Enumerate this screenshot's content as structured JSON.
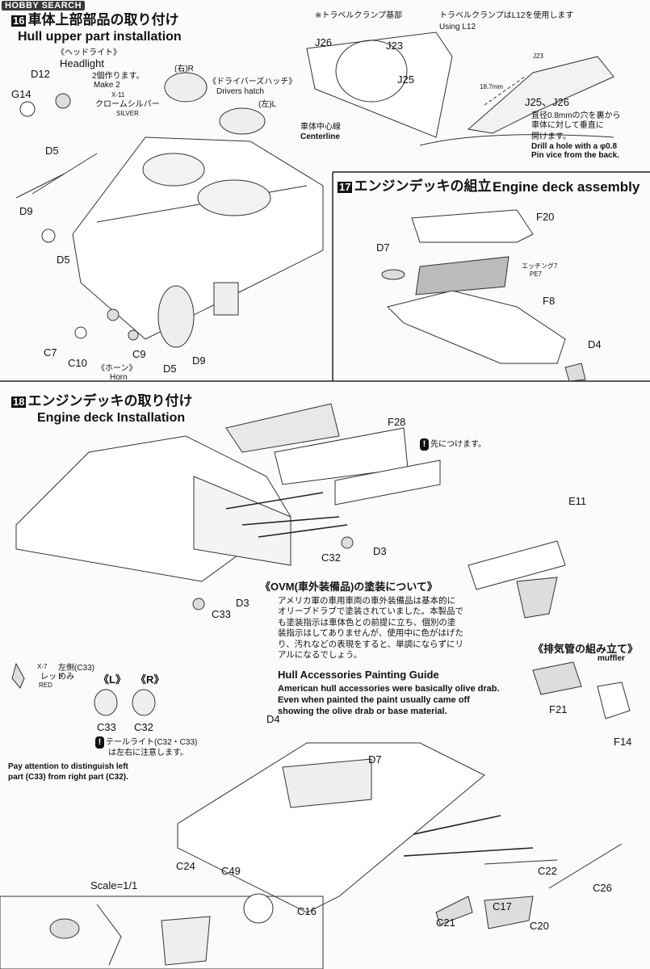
{
  "watermark": "HOBBY SEARCH",
  "step16": {
    "number": "16",
    "title_jp": "車体上部部品の取り付け",
    "title_en": "Hull upper part installation",
    "headlight_jp": "《ヘッドライト》",
    "headlight_en": "Headlight",
    "make2_jp": "2個作ります。",
    "make2_en": "Make 2",
    "x11": "X-11",
    "chrome_jp": "クロームシルバー",
    "silver": "SILVER",
    "right_jp": "(右)R",
    "hatch_jp": "《ドライバーズハッチ》",
    "hatch_en": "Drivers hatch",
    "left_jp": "(左)L",
    "horn_jp": "《ホーン》",
    "horn_en": "Horn",
    "parts": {
      "d12": "D12",
      "g14": "G14",
      "d5": "D5",
      "d9": "D9",
      "c7": "C7",
      "c9": "C9",
      "c10": "C10"
    }
  },
  "clamp": {
    "base_jp": "※トラベルクランプ基部",
    "l12_jp": "トラベルクランプはL12を使用します",
    "l12_en": "Using L12",
    "dimension": "18.7mm",
    "j25_j26": "J25、J26",
    "drill_jp1": "直径0.8mmの穴を裏から",
    "drill_jp2": "車体に対して垂直に",
    "drill_jp3": "開けます。",
    "drill_en1": "Drill a hole with a φ0.8",
    "drill_en2": "Pin vice from the back.",
    "centerline_jp": "車体中心線",
    "centerline_en": "Centerline",
    "parts": {
      "j26": "J26",
      "j23": "J23",
      "j25": "J25"
    }
  },
  "step17": {
    "number": "17",
    "title_jp": "エンジンデッキの組立",
    "title_en": "Engine deck assembly",
    "etching_jp": "エッチング7",
    "parts": {
      "f20": "F20",
      "d7": "D7",
      "pe7": "PE7",
      "f8": "F8",
      "d4": "D4"
    }
  },
  "step18": {
    "number": "18",
    "title_jp": "エンジンデッキの取り付け",
    "title_en": "Engine deck Installation",
    "warn_mark": "!",
    "attach_first_jp": "先につけます。",
    "parts": {
      "f28": "F28",
      "e11": "E11",
      "d3": "D3",
      "c32": "C32",
      "c33": "C33"
    }
  },
  "ovm": {
    "heading_jp": "《OVM(車外装備品)の塗装について》",
    "jp": [
      "アメリカ軍の車用車両の車外装備品は基本的に",
      "オリーブドラブで塗装されていました。本製品で",
      "も塗装指示は車体色との前提に立ち、個別の塗",
      "装指示はしてありませんが、使用中に色がはげた",
      "り、汚れなどの表現をすると、単調にならずにリ",
      "アルになるでしょう。",
      ""
    ],
    "heading_en": "Hull Accessories Painting Guide",
    "en": [
      "American hull accessories were basically olive drab.",
      "Even when painted the paint usually came off",
      "showing the olive drab or base material."
    ]
  },
  "muffler": {
    "heading_jp": "《排気管の組み立て》",
    "heading_en": "muffler",
    "parts": {
      "f21": "F21",
      "f14": "F14"
    }
  },
  "tail": {
    "x7": "X-7",
    "left_c33_jp": "左側(C33)",
    "red_jp": "レッド",
    "only_jp": "のみ",
    "red_en": "RED",
    "l": "《L》",
    "r": "《R》",
    "tail_jp": "テールライト(C32・C33)",
    "note_jp": "は左右に注意します。",
    "attention_en1": "Pay attention to distinguish left",
    "attention_en2": "part (C33) from right part (C32).",
    "parts": {
      "c33": "C33",
      "c32": "C32"
    }
  },
  "rear": {
    "scale": "Scale=1/1",
    "parts": {
      "d4": "D4",
      "d7": "D7",
      "c24": "C24",
      "c49": "C49",
      "c22": "C22",
      "c26": "C26",
      "c17": "C17",
      "c16": "C16",
      "c21": "C21",
      "c20": "C20"
    }
  }
}
